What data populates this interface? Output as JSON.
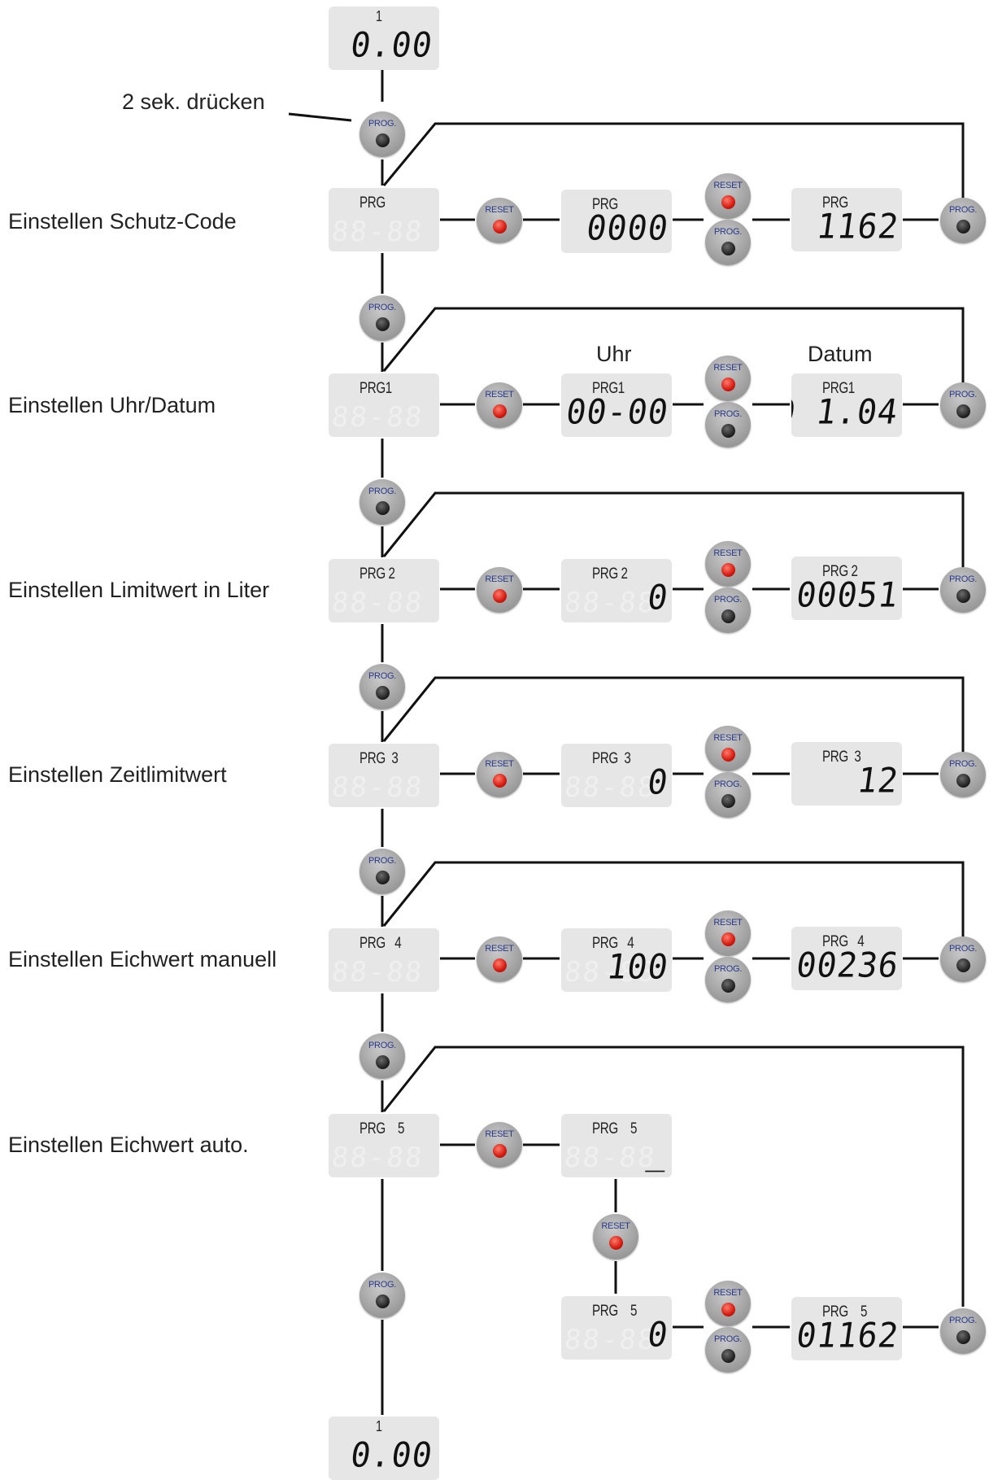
{
  "note": "2 sek. drücken",
  "start_display": {
    "label": "1",
    "value": "0.00"
  },
  "end_display": {
    "label": "1",
    "value": "0.00"
  },
  "buttons": {
    "prog": "PROG.",
    "reset": "RESET"
  },
  "column_captions": {
    "uhr": "Uhr",
    "datum": "Datum"
  },
  "rows": [
    {
      "label": "Einstellen Schutz-Code",
      "prg": "PRG",
      "mid_value": "0000",
      "end_value": "1162"
    },
    {
      "label": "Einstellen Uhr/Datum",
      "prg": "PRG1",
      "mid_value": "00-00",
      "end_value": "1.0 1.04"
    },
    {
      "label": "Einstellen Limitwert in Liter",
      "prg": "PRG 2",
      "mid_value": "0",
      "end_value": "00051"
    },
    {
      "label": "Einstellen Zeitlimitwert",
      "prg": "PRG  3",
      "mid_value": "0",
      "end_value": "12"
    },
    {
      "label": "Einstellen Eichwert manuell",
      "prg": "PRG   4",
      "mid_value": "100",
      "end_value": "00236"
    },
    {
      "label": "Einstellen Eichwert auto.",
      "prg": "PRG    5",
      "mid_value": "_",
      "sub_value": "0",
      "end_value": "01162"
    }
  ],
  "ghost_digits": "88-88"
}
